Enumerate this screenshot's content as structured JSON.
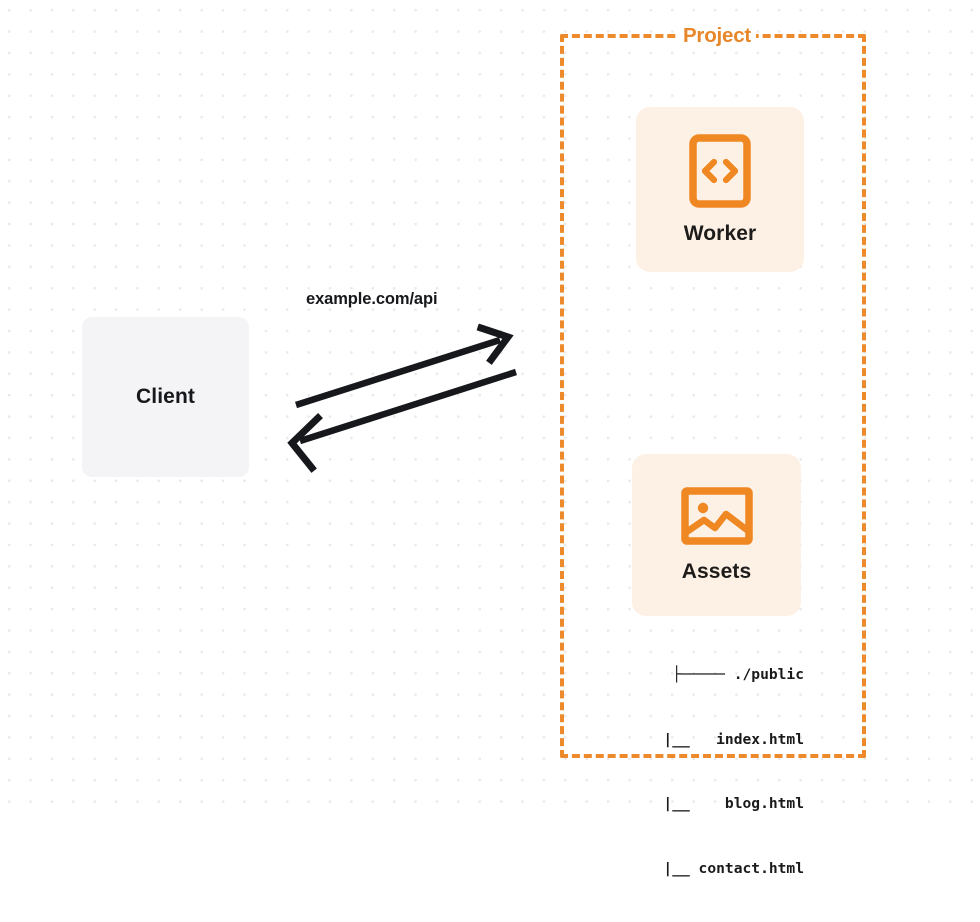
{
  "diagram": {
    "title": "Client to Project (Worker and Assets) request flow",
    "background": {
      "style": "dot-grid",
      "dot_color": "#e9e9ec",
      "page_color": "#ffffff"
    },
    "colors": {
      "accent_orange": "#ec8a2c",
      "title_orange": "#e8862a",
      "card_fill": "#fdf1e5",
      "client_fill": "#f4f4f6",
      "text_dark": "#17181c",
      "arrow_color": "#17181c"
    },
    "client": {
      "label": "Client"
    },
    "connection": {
      "label": "example.com/api",
      "request_arrow_name": "request-arrow",
      "response_arrow_name": "response-arrow",
      "direction": "bidirectional"
    },
    "project": {
      "title": "Project",
      "border_style": "dashed",
      "services": [
        {
          "label": "Worker",
          "icon": "code-brackets-icon"
        },
        {
          "label": "Assets",
          "icon": "image-icon"
        }
      ]
    },
    "asset_tree": {
      "rows": [
        "├───── ./public",
        "     |__   index.html",
        "     |__    blog.html",
        "     |__ contact.html"
      ],
      "root": "./public",
      "files": [
        "index.html",
        "blog.html",
        "contact.html"
      ]
    }
  }
}
